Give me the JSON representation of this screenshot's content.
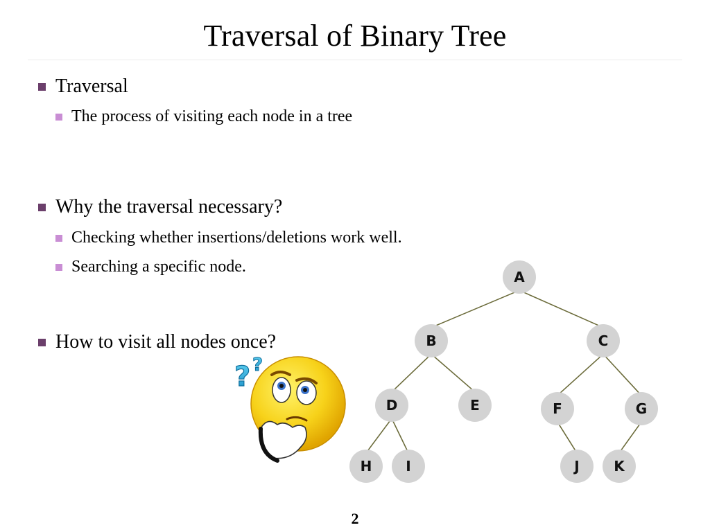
{
  "slide": {
    "title": "Traversal of Binary Tree",
    "page_number": "2",
    "bullets": [
      {
        "level": 1,
        "text": "Traversal"
      },
      {
        "level": 2,
        "text": "The process of visiting each node in a tree"
      },
      {
        "level": 1,
        "text": "Why the traversal necessary?"
      },
      {
        "level": 2,
        "text": "Checking whether insertions/deletions work well."
      },
      {
        "level": 2,
        "text": "Searching a specific node."
      },
      {
        "level": 1,
        "text": "How to visit all nodes once?"
      }
    ],
    "colors": {
      "bullet_level1": "#6b3f6b",
      "bullet_level2": "#c98ed4",
      "node_fill": "#d3d3d3",
      "edge": "#6b6b3a"
    }
  },
  "tree": {
    "nodes": [
      {
        "id": "A",
        "label": "A"
      },
      {
        "id": "B",
        "label": "B"
      },
      {
        "id": "C",
        "label": "C"
      },
      {
        "id": "D",
        "label": "D"
      },
      {
        "id": "E",
        "label": "E"
      },
      {
        "id": "F",
        "label": "F"
      },
      {
        "id": "G",
        "label": "G"
      },
      {
        "id": "H",
        "label": "H"
      },
      {
        "id": "I",
        "label": "I"
      },
      {
        "id": "J",
        "label": "J"
      },
      {
        "id": "K",
        "label": "K"
      }
    ],
    "edges": [
      [
        "A",
        "B"
      ],
      [
        "A",
        "C"
      ],
      [
        "B",
        "D"
      ],
      [
        "B",
        "E"
      ],
      [
        "C",
        "F"
      ],
      [
        "C",
        "G"
      ],
      [
        "D",
        "H"
      ],
      [
        "D",
        "I"
      ],
      [
        "F",
        "J"
      ],
      [
        "G",
        "K"
      ]
    ]
  },
  "illustration": {
    "icon": "thinking-smiley-icon",
    "question_marks": [
      "?",
      "?"
    ]
  }
}
